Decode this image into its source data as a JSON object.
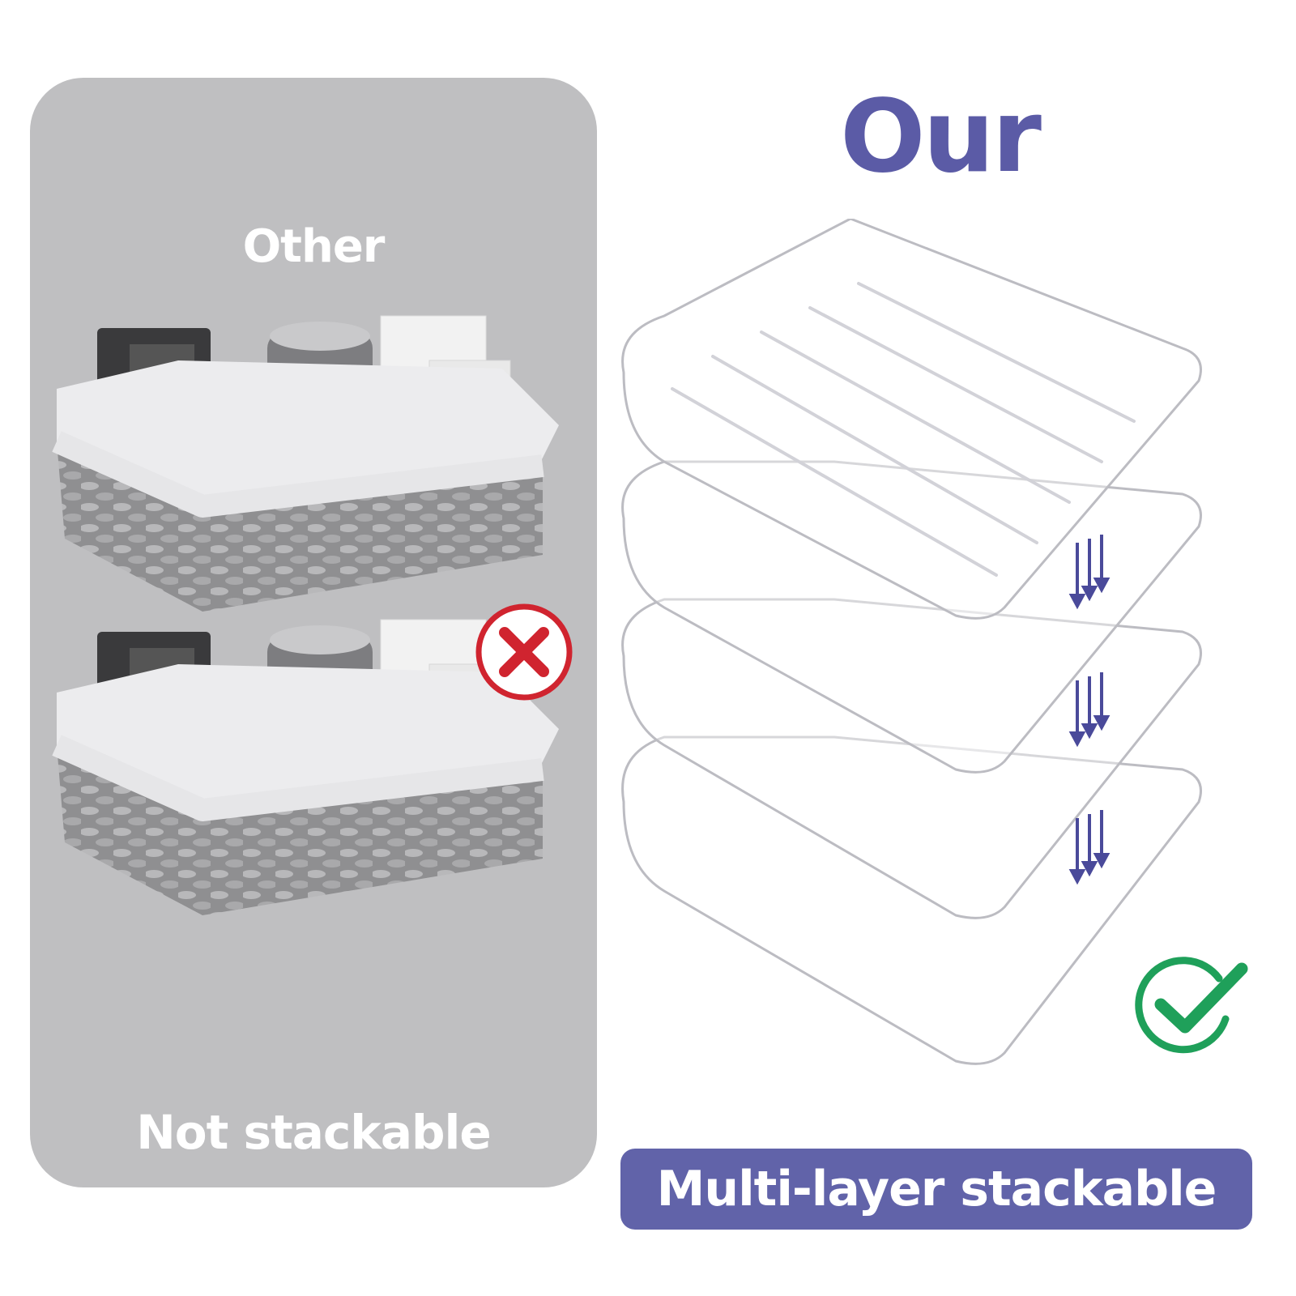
{
  "left": {
    "title": "Other",
    "caption": "Not stackable",
    "panel_color": "#bfbfc1",
    "badge_icon": "x-mark-icon",
    "badge_color": "#d0242f"
  },
  "right": {
    "title": "Our",
    "caption": "Multi-layer stackable",
    "title_color": "#5b5ba6",
    "caption_bg": "#6163a9",
    "badge_icon": "checkmark-icon",
    "badge_color": "#1fa05a",
    "arrow_icon": "stack-down-arrows-icon"
  }
}
